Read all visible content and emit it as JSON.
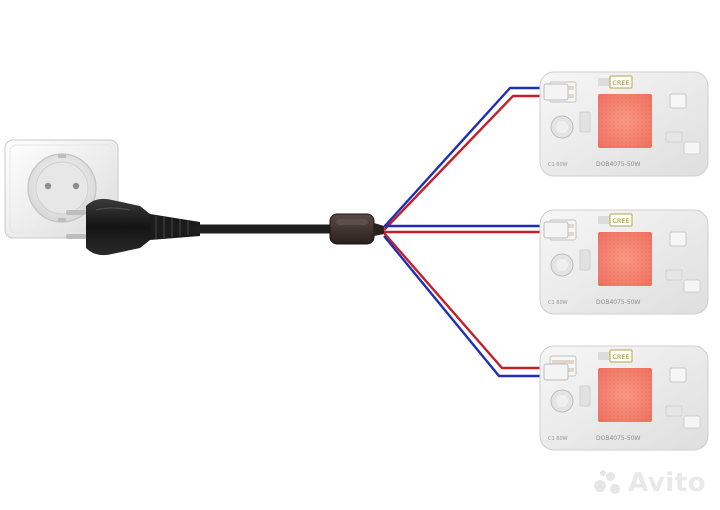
{
  "scene": {
    "description_free": true,
    "colors": {
      "background": "#ffffff",
      "cable": "#1e1e1e",
      "wire_red": "#c21f2a",
      "wire_blue": "#1f2fb5",
      "board": "#ececec",
      "led": "#f2836f",
      "socket": "#f1f1f1"
    }
  },
  "modules": [
    {
      "model_label": "DOB4075-50W",
      "corner_label": "C1 80W",
      "logo": "CREE"
    },
    {
      "model_label": "DOB4075-50W",
      "corner_label": "C1 80W",
      "logo": "CREE"
    },
    {
      "model_label": "DOB4075-50W",
      "corner_label": "C1 80W",
      "logo": "CREE"
    }
  ],
  "watermark": {
    "text": "Avito",
    "icon": "avito-dots-icon"
  }
}
